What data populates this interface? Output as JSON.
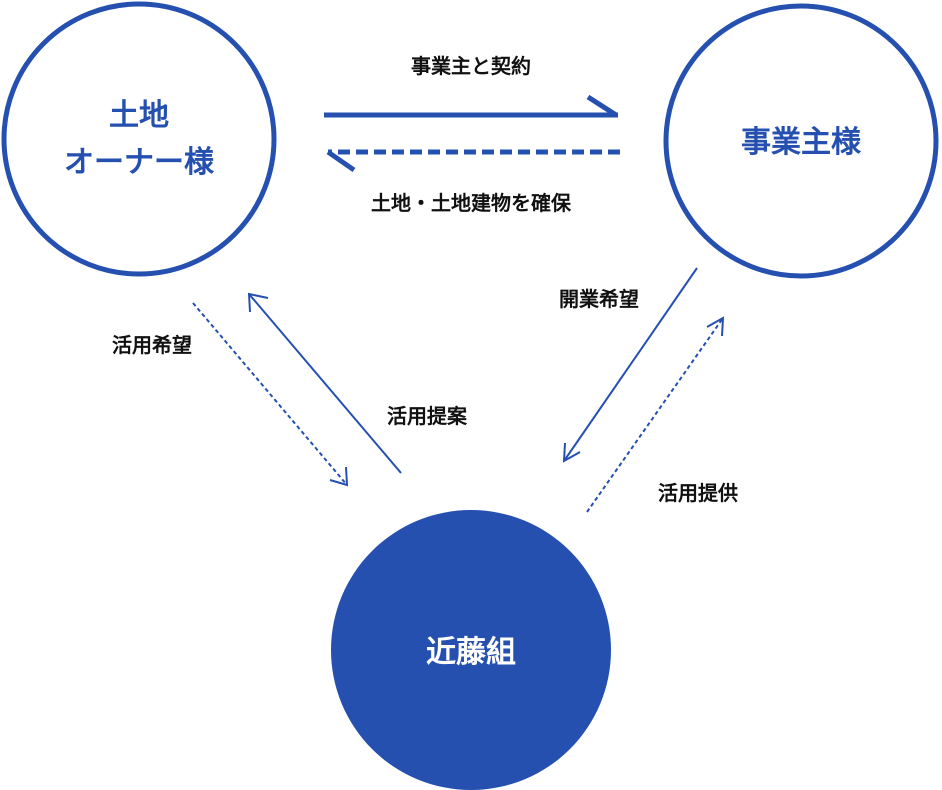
{
  "colors": {
    "primary": "#2550b0",
    "text": "#111111",
    "background": "#ffffff"
  },
  "nodes": {
    "land_owner": {
      "line1": "土地",
      "line2": "オーナー様"
    },
    "business_owner": {
      "label": "事業主様"
    },
    "kondo_gumi": {
      "label": "近藤組"
    }
  },
  "edges": {
    "contract": "事業主と契約",
    "secure_land": "土地・土地建物を確保",
    "owner_wish": "活用希望",
    "proposal": "活用提案",
    "open_wish": "開業希望",
    "provide": "活用提供"
  }
}
